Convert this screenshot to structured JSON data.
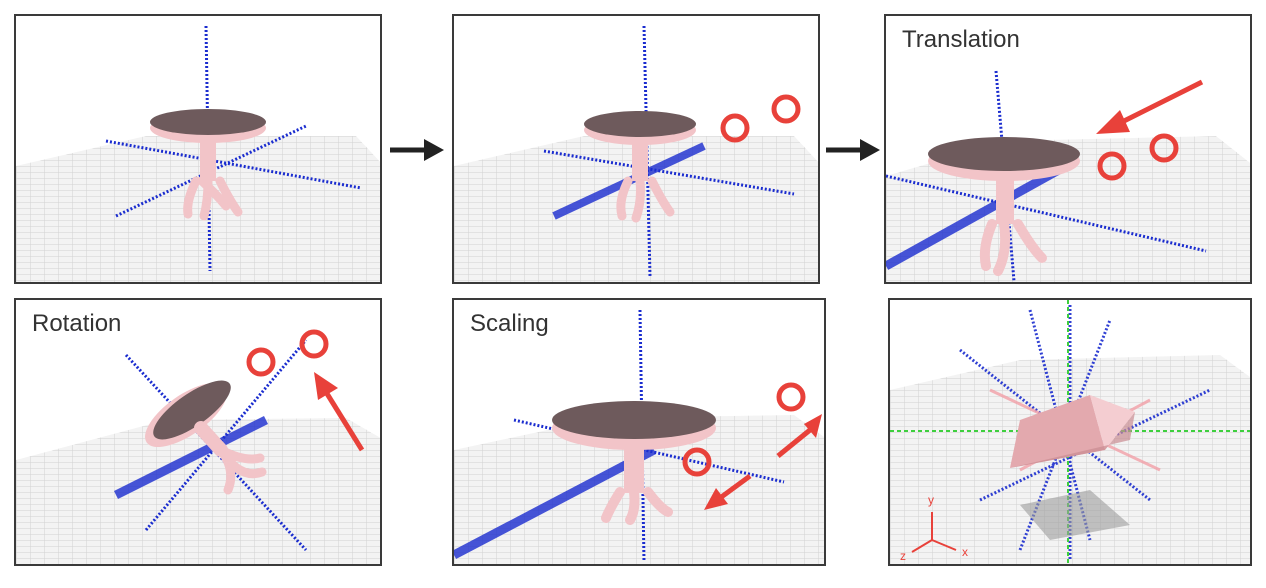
{
  "panels": {
    "p1": {
      "label": ""
    },
    "p2": {
      "label": ""
    },
    "p3": {
      "label": "Translation"
    },
    "p4": {
      "label": "Rotation"
    },
    "p5": {
      "label": "Scaling"
    },
    "p6": {
      "label": ""
    }
  },
  "axis_gizmo": {
    "x_label": "x",
    "y_label": "y",
    "z_label": "z"
  },
  "colors": {
    "panel_border": "#3a3a3a",
    "grid": "#cfcfcf",
    "axis_blue": "#1a2ccf",
    "table_top": "#6e5a5c",
    "table_pink": "#f2c4c8",
    "gesture_red": "#e8413a",
    "flow_arrow": "#222222",
    "guide_green": "#3ecf3e"
  },
  "icons": {
    "flow": "right-arrow-icon",
    "touch": "touch-point-icon",
    "gesture": "gesture-arrow-icon"
  }
}
